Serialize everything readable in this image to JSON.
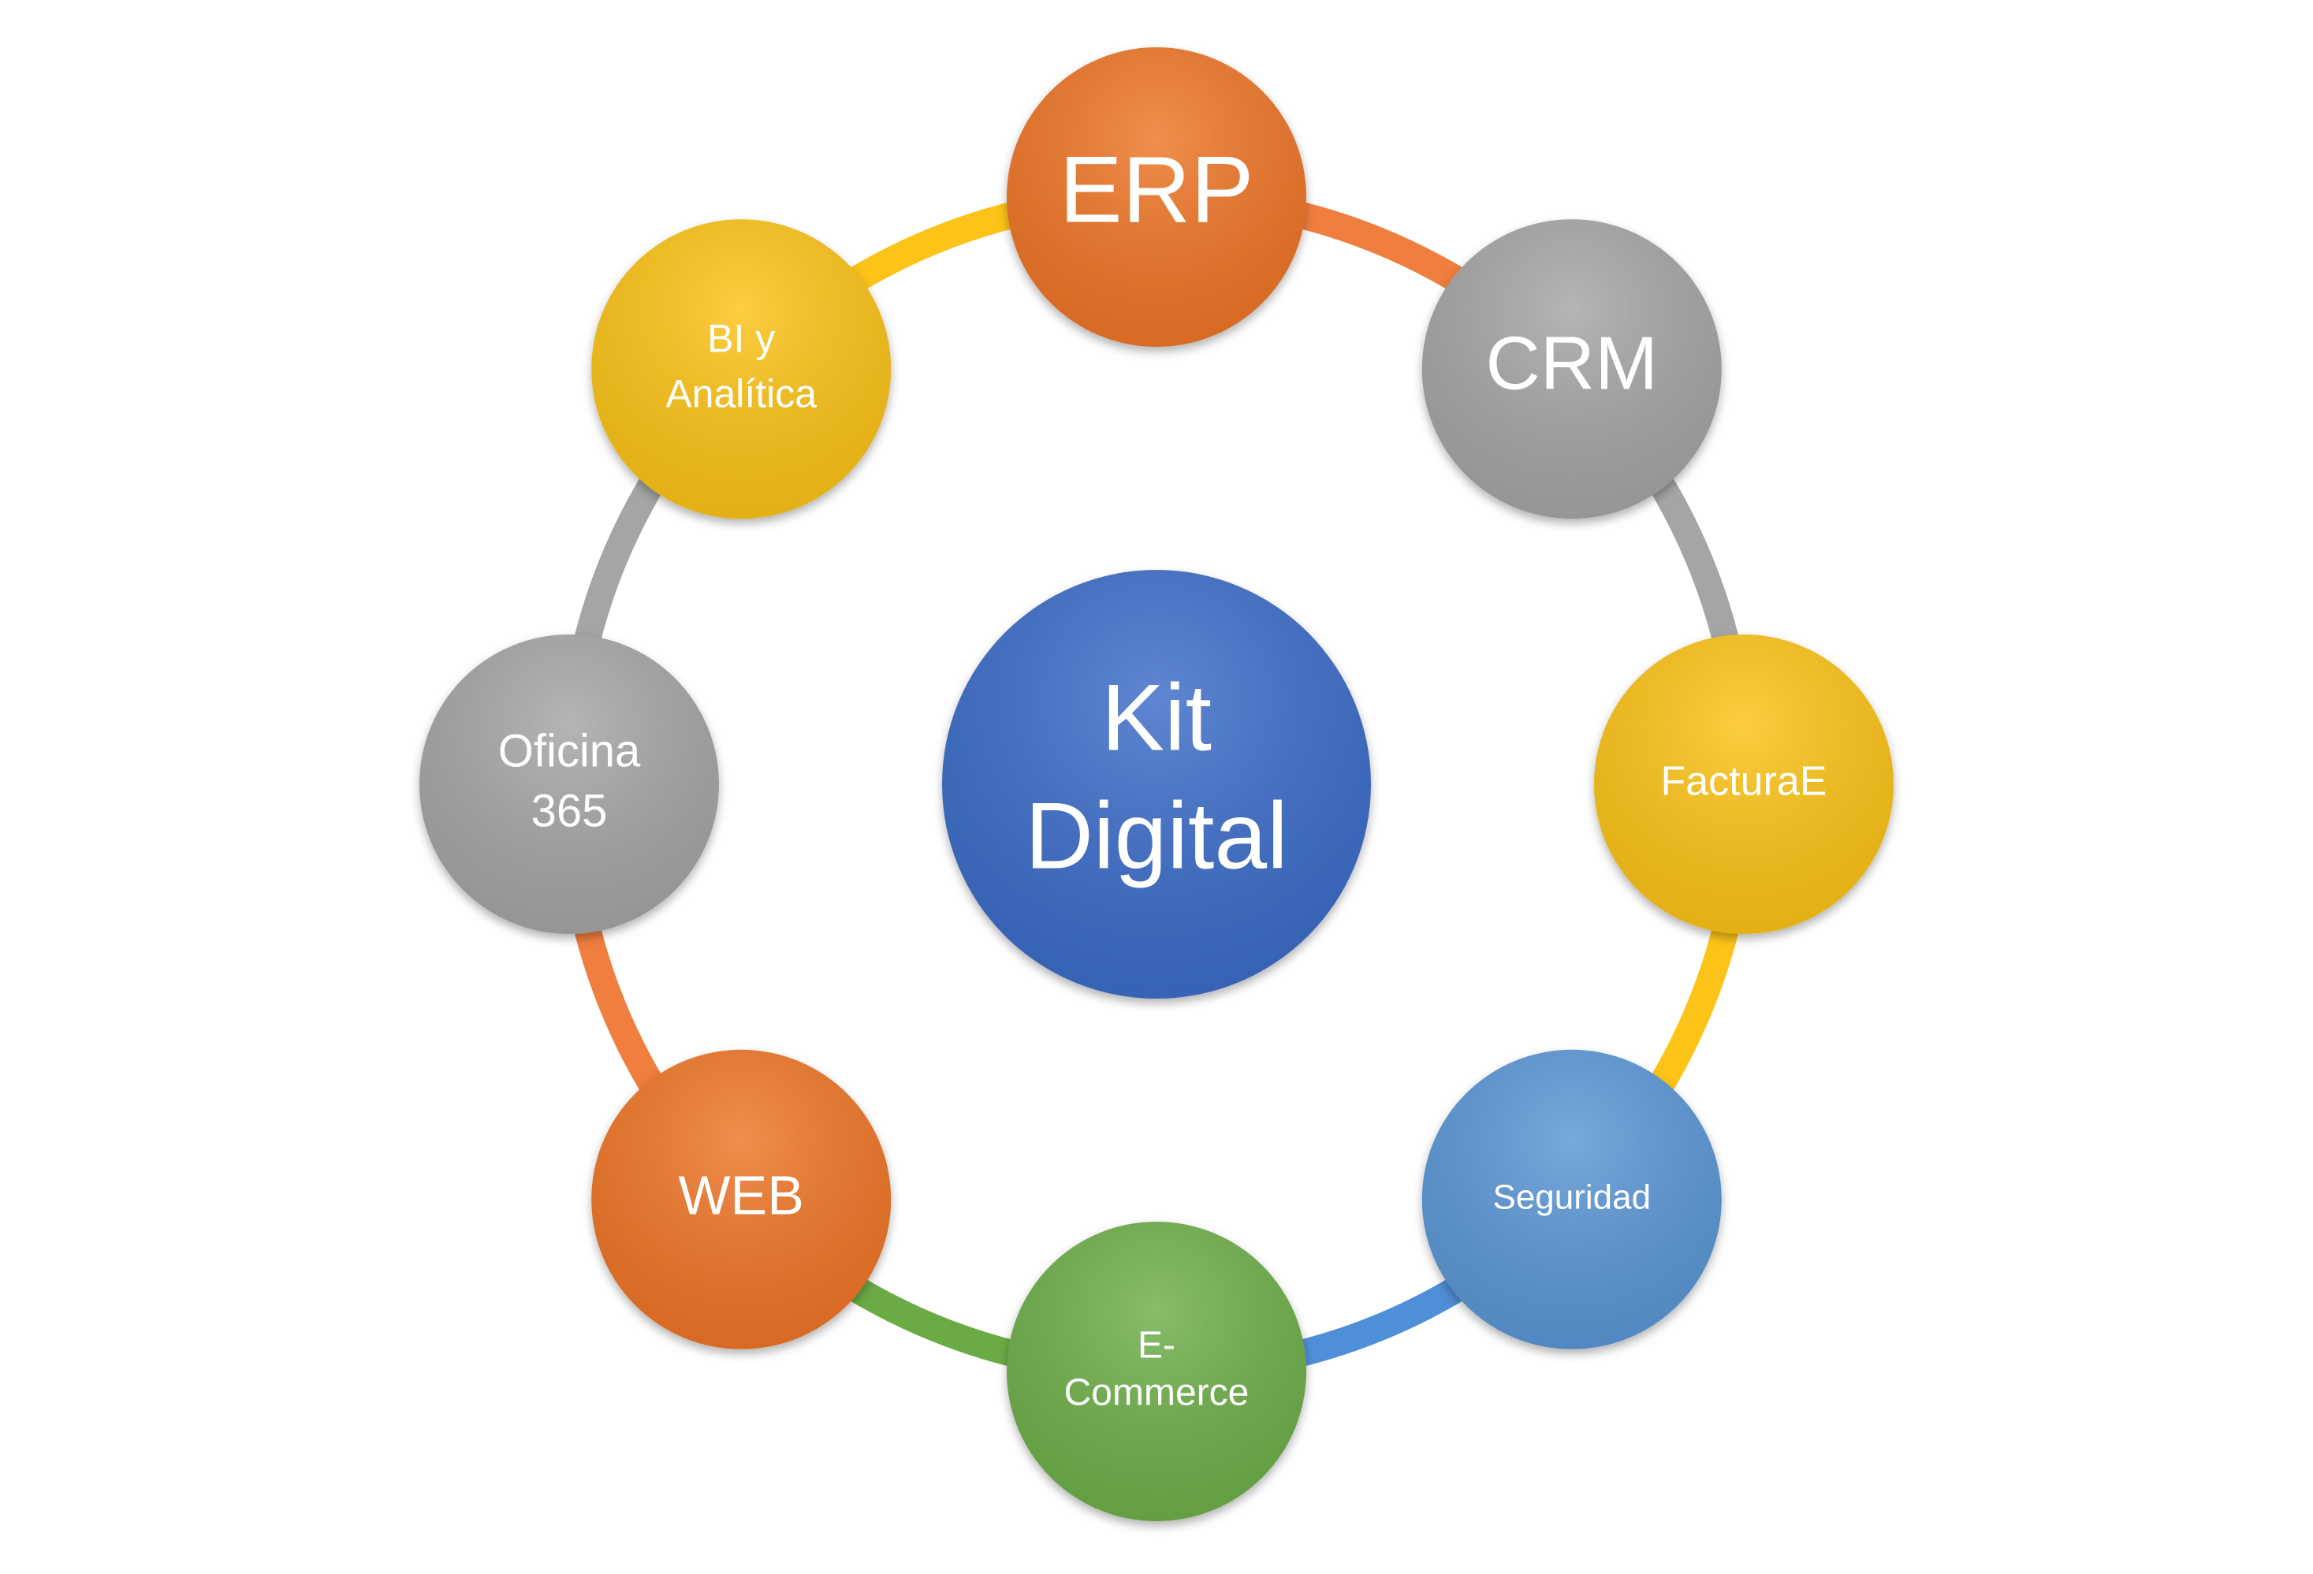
{
  "center": {
    "lines": [
      "Kit",
      "Digital"
    ],
    "color": "#3a6cc8"
  },
  "nodes": [
    {
      "id": "erp",
      "lines": [
        "ERP"
      ],
      "color": "#ef7427",
      "arc_color": "#ef7e3f"
    },
    {
      "id": "crm",
      "lines": [
        "CRM"
      ],
      "color": "#a5a5a5",
      "arc_color": "#a5a5a5"
    },
    {
      "id": "facturae",
      "lines": [
        "FacturaE"
      ],
      "color": "#fcc318",
      "arc_color": "#fcc318"
    },
    {
      "id": "seguridad",
      "lines": [
        "Seguridad"
      ],
      "color": "#5a96d6",
      "arc_color": "#4f8fd8"
    },
    {
      "id": "ecommerce",
      "lines": [
        "E-",
        "Commerce"
      ],
      "color": "#6eaf48",
      "arc_color": "#6aab45"
    },
    {
      "id": "web",
      "lines": [
        "WEB"
      ],
      "color": "#ef7427",
      "arc_color": "#ef7e3f"
    },
    {
      "id": "oficina365",
      "lines": [
        "Oficina",
        "365"
      ],
      "color": "#a5a5a5",
      "arc_color": "#a5a5a5"
    },
    {
      "id": "bi-analitica",
      "lines": [
        "BI y",
        "Analítica"
      ],
      "color": "#fcc318",
      "arc_color": "#fcc318"
    }
  ]
}
